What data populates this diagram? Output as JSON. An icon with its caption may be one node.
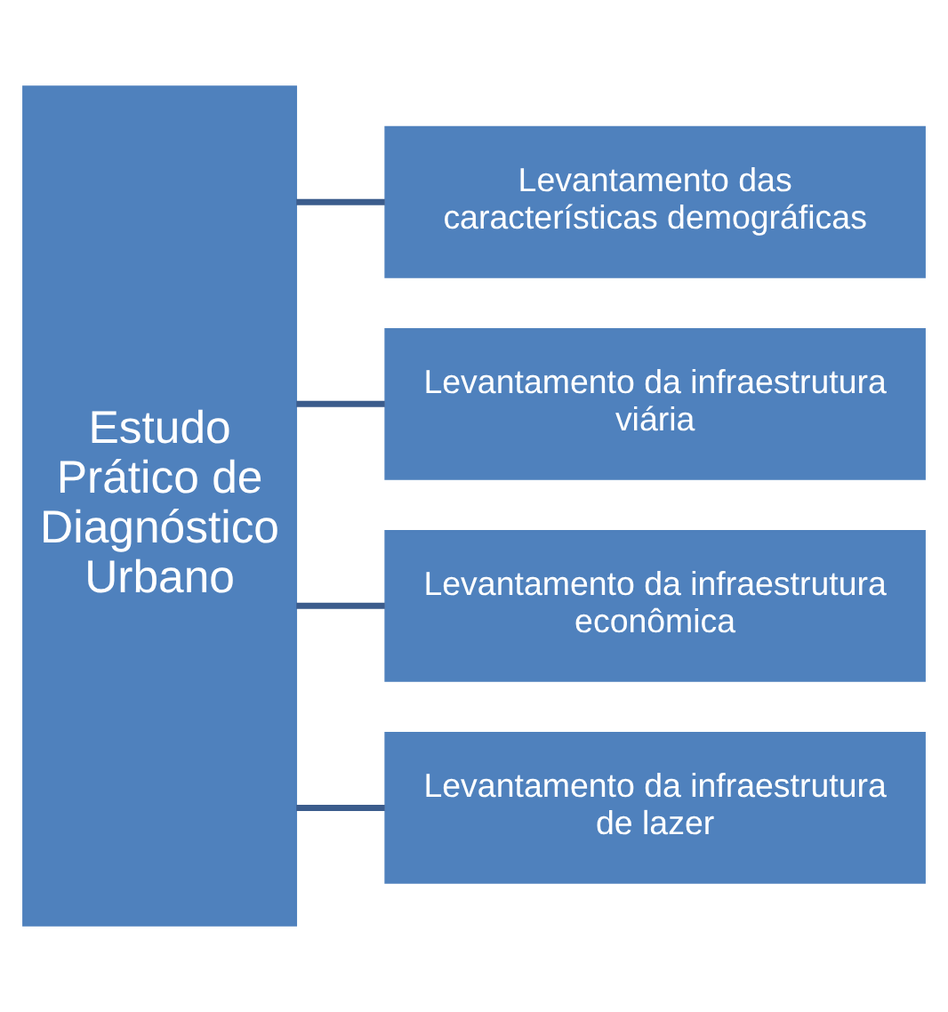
{
  "diagram": {
    "nodes": [
      {
        "text": [
          "Estudo Prático de Diagnóstico Urbano"
        ]
      },
      {
        "text": [
          "Levantamento das características demográficas"
        ]
      },
      {
        "text": [
          "Levantamento da infraestrutura viária"
        ]
      },
      {
        "text": [
          "Levantamento da infraestrutura econômica"
        ]
      },
      {
        "text": [
          "Levantamento da infraestrutura de lazer"
        ]
      }
    ],
    "edges": [
      {
        "from": 0,
        "to": 1,
        "arrow": "none"
      },
      {
        "from": 0,
        "to": 2,
        "arrow": "none"
      },
      {
        "from": 0,
        "to": 3,
        "arrow": "none"
      },
      {
        "from": 0,
        "to": 4,
        "arrow": "none"
      }
    ]
  }
}
